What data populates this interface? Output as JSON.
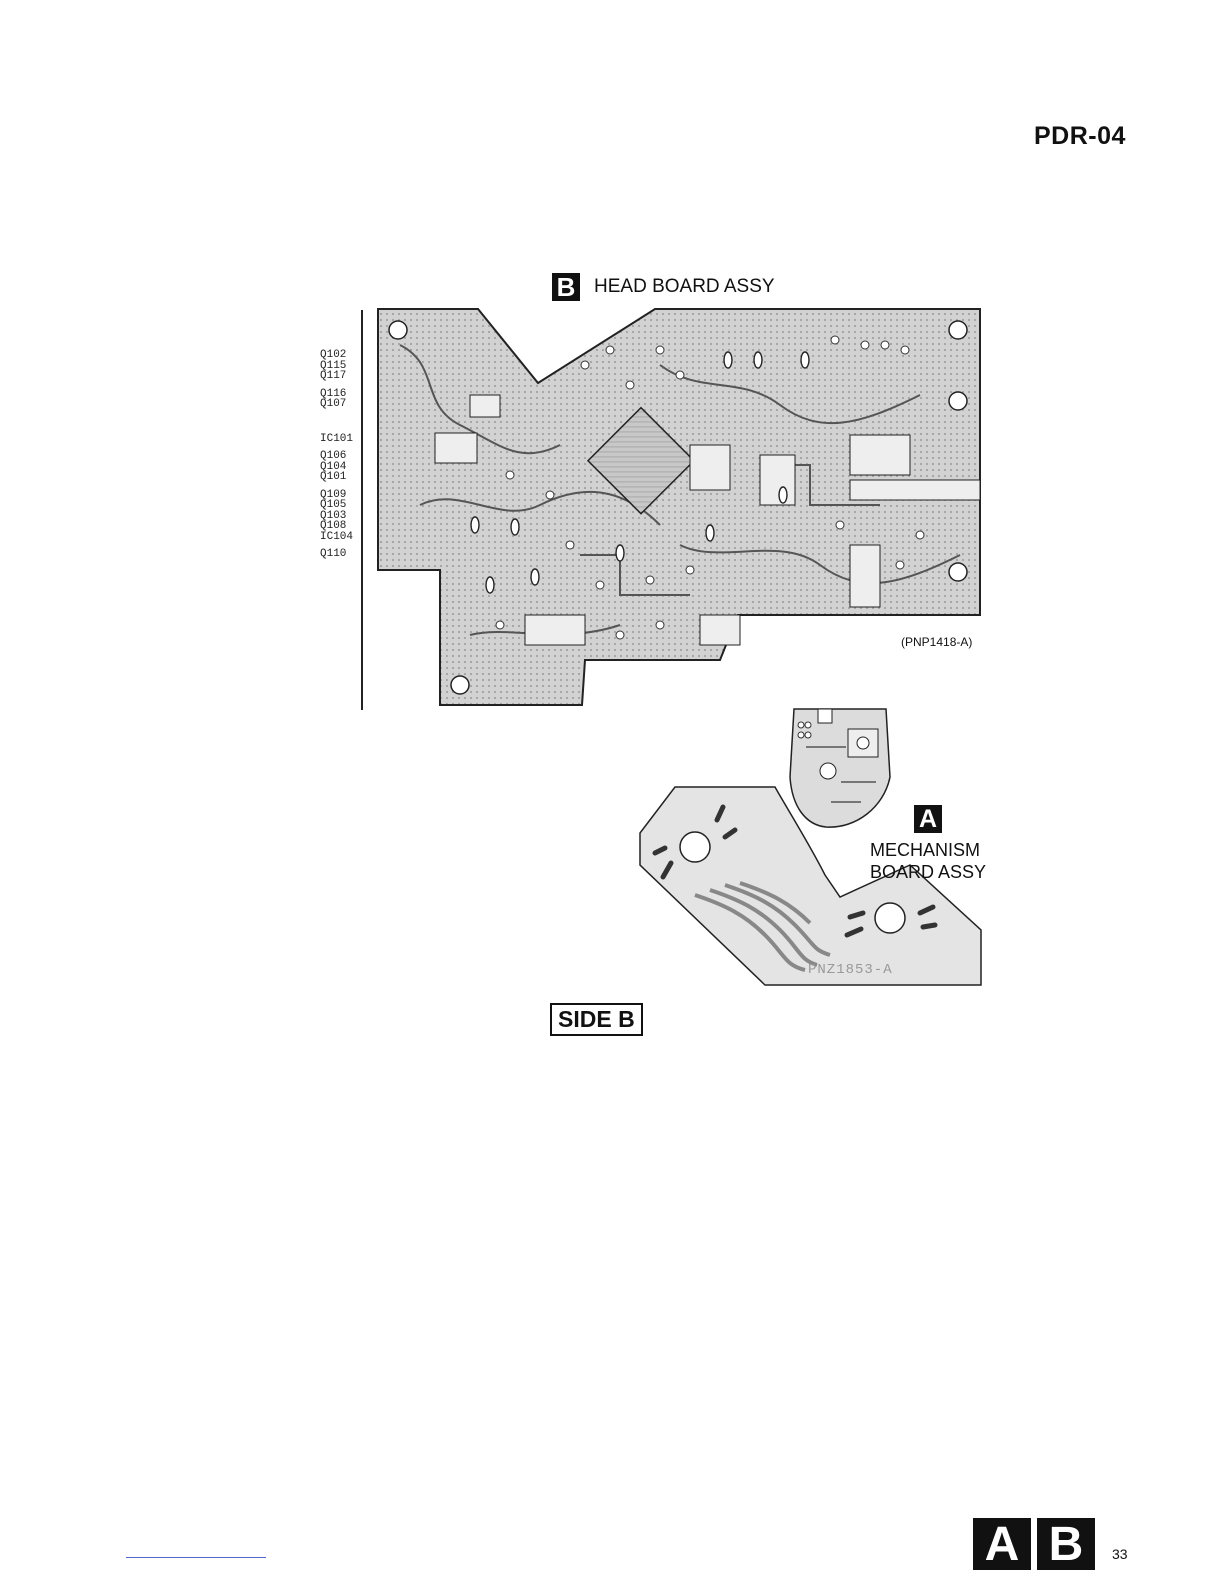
{
  "header": {
    "model": "PDR-04"
  },
  "head_board": {
    "badge": "B",
    "title": "HEAD BOARD ASSY",
    "board_code": "(PNP1418-A)",
    "refs": [
      "Q102",
      "Q115",
      "Q117",
      "Q116",
      "Q107",
      "IC101",
      "Q106",
      "Q104",
      "Q101",
      "Q109",
      "Q105",
      "Q103",
      "Q108",
      "IC104",
      "Q110"
    ]
  },
  "mechanism_board": {
    "badge": "A",
    "title_line1": "MECHANISM",
    "title_line2": "BOARD ASSY",
    "board_code": "PNZ1853-A"
  },
  "side_label": "SIDE B",
  "footer": {
    "badge_a": "A",
    "badge_b": "B",
    "page_number": "33"
  }
}
